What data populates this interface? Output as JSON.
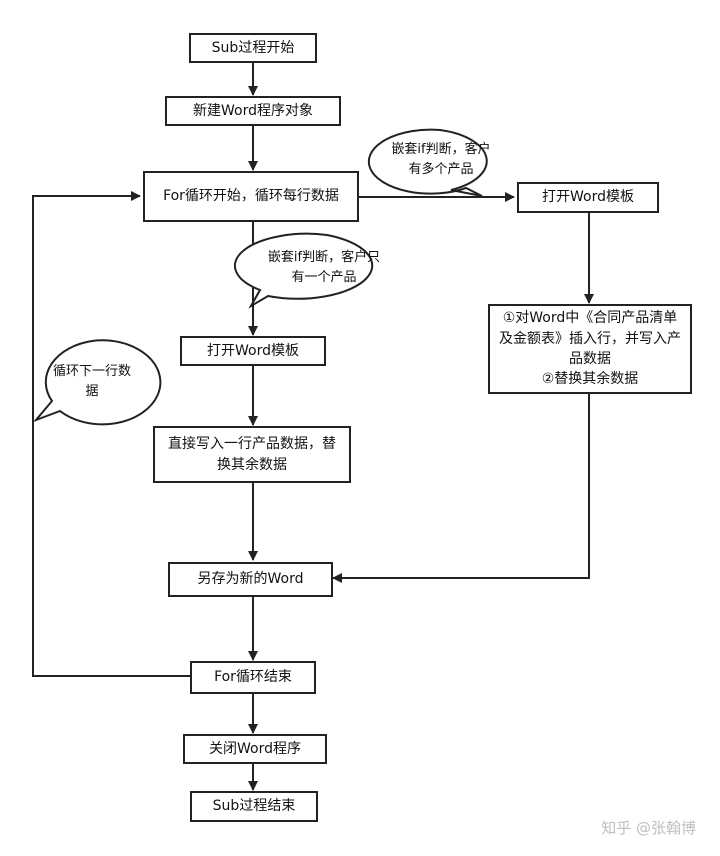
{
  "nodes": {
    "sub_start": "Sub过程开始",
    "new_word": "新建Word程序对象",
    "for_start": "For循环开始，循环每行数据",
    "open_template_left": "打开Word模板",
    "write_one_row": "直接写入一行产品数据，替换其余数据",
    "open_template_right": "打开Word模板",
    "insert_rows": "①对Word中《合同产品清单及金额表》插入行，并写入产品数据\n②替换其余数据",
    "save_as": "另存为新的Word",
    "for_end": "For循环结束",
    "close_word": "关闭Word程序",
    "sub_end": "Sub过程结束"
  },
  "bubbles": {
    "multi_product": "嵌套if判断，客户有多个产品",
    "single_product": "嵌套if判断，客户只有一个产品",
    "next_row": "循环下一行数据"
  },
  "watermark": "知乎 @张翰博"
}
